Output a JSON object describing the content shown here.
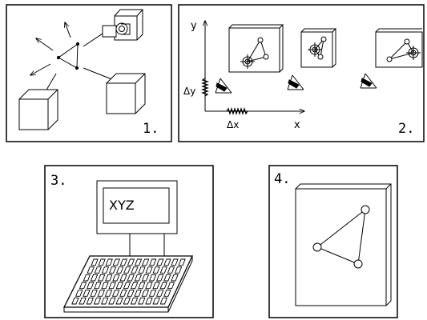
{
  "panels": [
    {
      "number": "1."
    },
    {
      "number": "2.",
      "y_axis": "y",
      "x_axis": "x",
      "delta_y": "Δy",
      "delta_x": "Δx"
    },
    {
      "number": "3.",
      "screen_text": "XYZ"
    },
    {
      "number": "4."
    }
  ]
}
